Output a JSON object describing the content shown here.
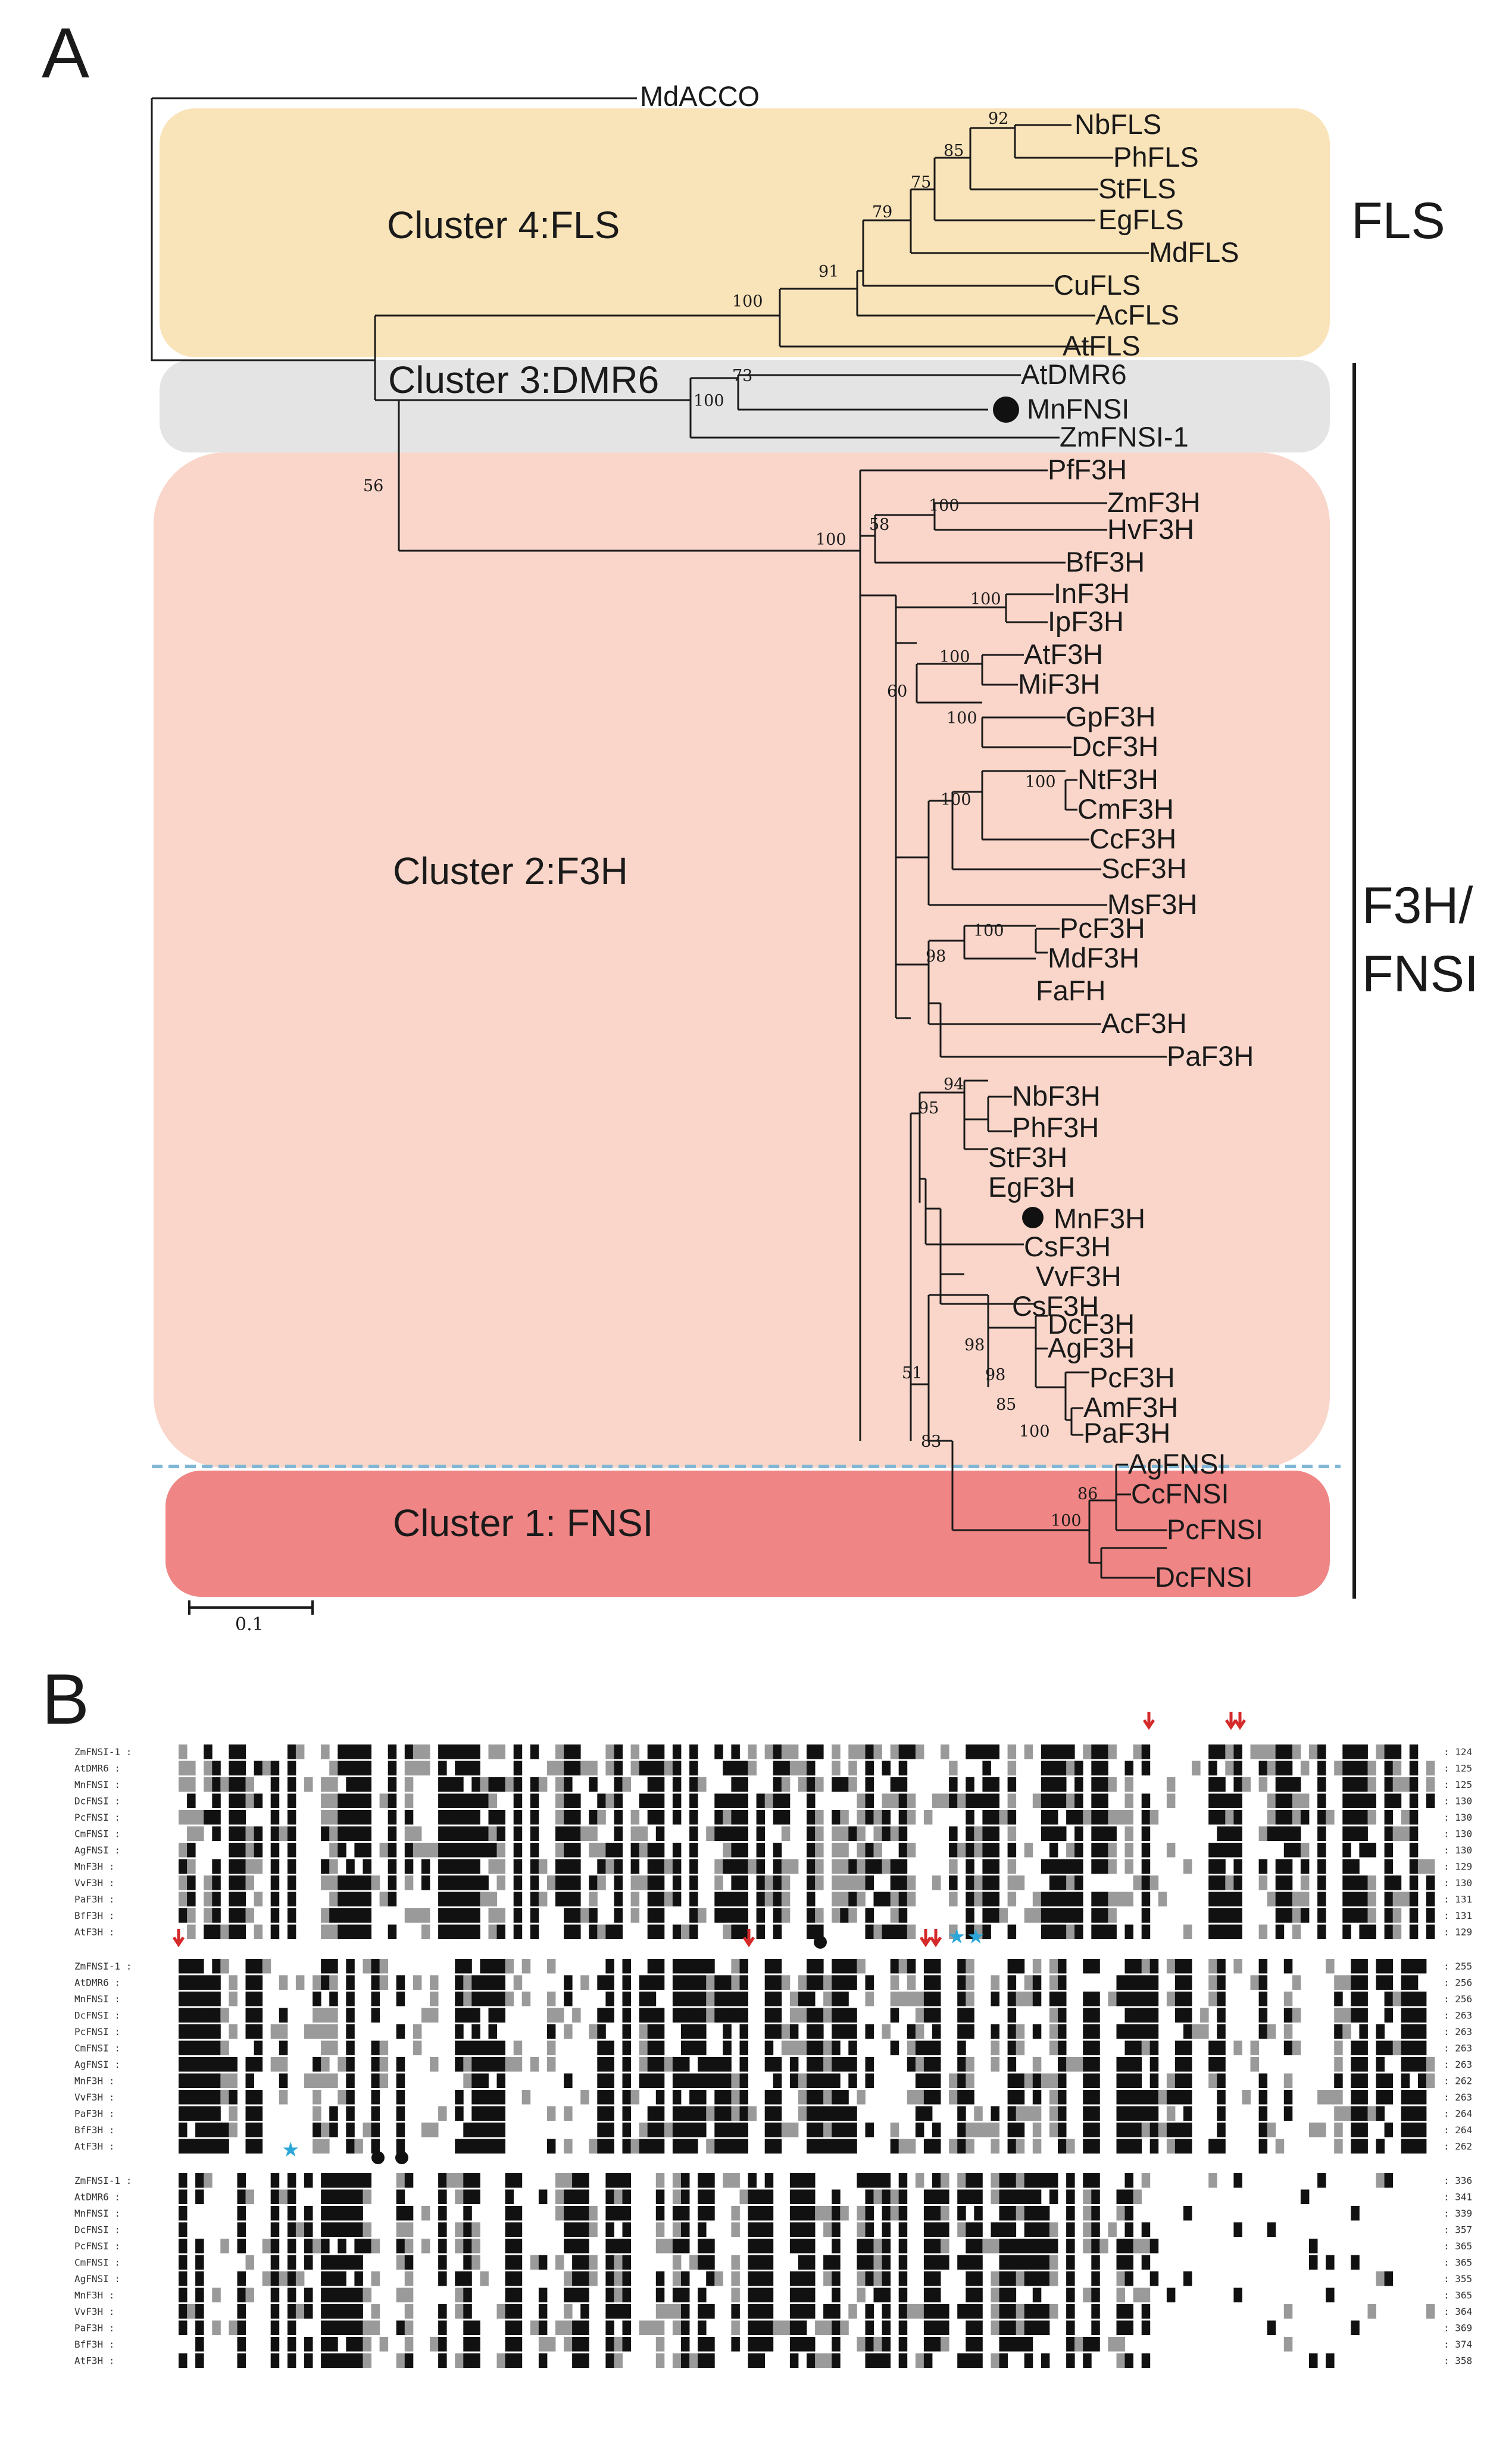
{
  "panel_a": {
    "letter": "A",
    "outgroup": "MdACCO",
    "clusters": {
      "fls": "Cluster 4:FLS",
      "dmr6": "Cluster 3:DMR6",
      "f3h": "Cluster 2:F3H",
      "fnsi": "Cluster 1: FNSI"
    },
    "group_labels": {
      "fls": "FLS",
      "f3h_line1": "F3H/",
      "f3h_line2": "FNSI"
    },
    "colors": {
      "fls": "#f9e3b8",
      "dmr6": "#e4e4e4",
      "f3h": "#f9d6c9",
      "fnsi": "#ef8585",
      "divider": "#7fb6d6"
    },
    "leaves": {
      "NbFLS": "NbFLS",
      "PhFLS": "PhFLS",
      "StFLS": "StFLS",
      "EgFLS": "EgFLS",
      "MdFLS": "MdFLS",
      "CuFLS": "CuFLS",
      "AcFLS": "AcFLS",
      "AtFLS": "AtFLS",
      "AtDMR6": "AtDMR6",
      "MnFNSI": "MnFNSI",
      "ZmFNSI1": "ZmFNSI-1",
      "PfF3H": "PfF3H",
      "ZmF3H": "ZmF3H",
      "HvF3H": "HvF3H",
      "BfF3H": "BfF3H",
      "InF3H": "InF3H",
      "IpF3H": "IpF3H",
      "AtF3H": "AtF3H",
      "MiF3H": "MiF3H",
      "GpF3H": "GpF3H",
      "DcF3H_a": "DcF3H",
      "NtF3H": "NtF3H",
      "CmF3H": "CmF3H",
      "CcF3H": "CcF3H",
      "ScF3H": "ScF3H",
      "MsF3H": "MsF3H",
      "PcF3H_a": "PcF3H",
      "MdF3H": "MdF3H",
      "FaFH": "FaFH",
      "AcF3H": "AcF3H",
      "PaF3H_a": "PaF3H",
      "NbF3H": "NbF3H",
      "PhF3H": "PhF3H",
      "StF3H": "StF3H",
      "EgF3H": "EgF3H",
      "MnF3H": "MnF3H",
      "CsF3H_a": "CsF3H",
      "VvF3H": "VvF3H",
      "CsF3H_b": "CsF3H",
      "DcF3H_b": "DcF3H",
      "AgF3H": "AgF3H",
      "PcF3H_b": "PcF3H",
      "AmF3H": "AmF3H",
      "PaF3H_b": "PaF3H",
      "AgFNSI": "AgFNSI",
      "CcFNSI": "CcFNSI",
      "PcFNSI": "PcFNSI",
      "DcFNSI": "DcFNSI"
    },
    "bootstrap": {
      "b92": "92",
      "b85": "85",
      "b75": "75",
      "b79": "79",
      "b91": "91",
      "b100_fls": "100",
      "b73": "73",
      "b100_dmr": "100",
      "b56": "56",
      "b100_f3h": "100",
      "b58": "58",
      "b100_zm": "100",
      "b100_in": "100",
      "b100_at": "100",
      "b60": "60",
      "b100_gp": "100",
      "b100_nt": "100",
      "b100_cm": "100",
      "b100_pc": "100",
      "b98_a": "98",
      "b94": "94",
      "b95": "95",
      "b98_b": "98",
      "b98_c": "98",
      "b85_b": "85",
      "b100_pa": "100",
      "b51": "51",
      "b83": "83",
      "b86": "86",
      "b100_fnsi": "100"
    },
    "scale_bar": "0.1"
  },
  "panel_b": {
    "letter": "B",
    "blocks": [
      {
        "names": [
          "ZmFNSI-1",
          "AtDMR6",
          "MnFNSI",
          "DcFNSI",
          "PcFNSI",
          "CmFNSI",
          "AgFNSI",
          "MnF3H",
          "VvF3H",
          "PaF3H",
          "BfF3H",
          "AtF3H"
        ],
        "positions": [
          "124",
          "125",
          "125",
          "130",
          "130",
          "130",
          "130",
          "129",
          "130",
          "131",
          "131",
          "129"
        ],
        "marks": {
          "red_arrows": 3,
          "blue_stars": 0,
          "dots": 0
        }
      },
      {
        "names": [
          "ZmFNSI-1",
          "AtDMR6",
          "MnFNSI",
          "DcFNSI",
          "PcFNSI",
          "CmFNSI",
          "AgFNSI",
          "MnF3H",
          "VvF3H",
          "PaF3H",
          "BfF3H",
          "AtF3H"
        ],
        "positions": [
          "255",
          "256",
          "256",
          "263",
          "263",
          "263",
          "263",
          "262",
          "263",
          "264",
          "264",
          "262"
        ],
        "marks": {
          "red_arrows": 4,
          "blue_stars": 2,
          "dots": 1
        }
      },
      {
        "names": [
          "ZmFNSI-1",
          "AtDMR6",
          "MnFNSI",
          "DcFNSI",
          "PcFNSI",
          "CmFNSI",
          "AgFNSI",
          "MnF3H",
          "VvF3H",
          "PaF3H",
          "BfF3H",
          "AtF3H"
        ],
        "positions": [
          "336",
          "341",
          "339",
          "357",
          "365",
          "365",
          "355",
          "365",
          "364",
          "369",
          "374",
          "358"
        ],
        "marks": {
          "red_arrows": 0,
          "blue_stars": 1,
          "dots": 2
        }
      }
    ],
    "colors": {
      "identical": "#111111",
      "similar": "#9a9a9a",
      "arrow": "#d42a2a",
      "star": "#2aa6d9",
      "dot": "#111111"
    }
  }
}
